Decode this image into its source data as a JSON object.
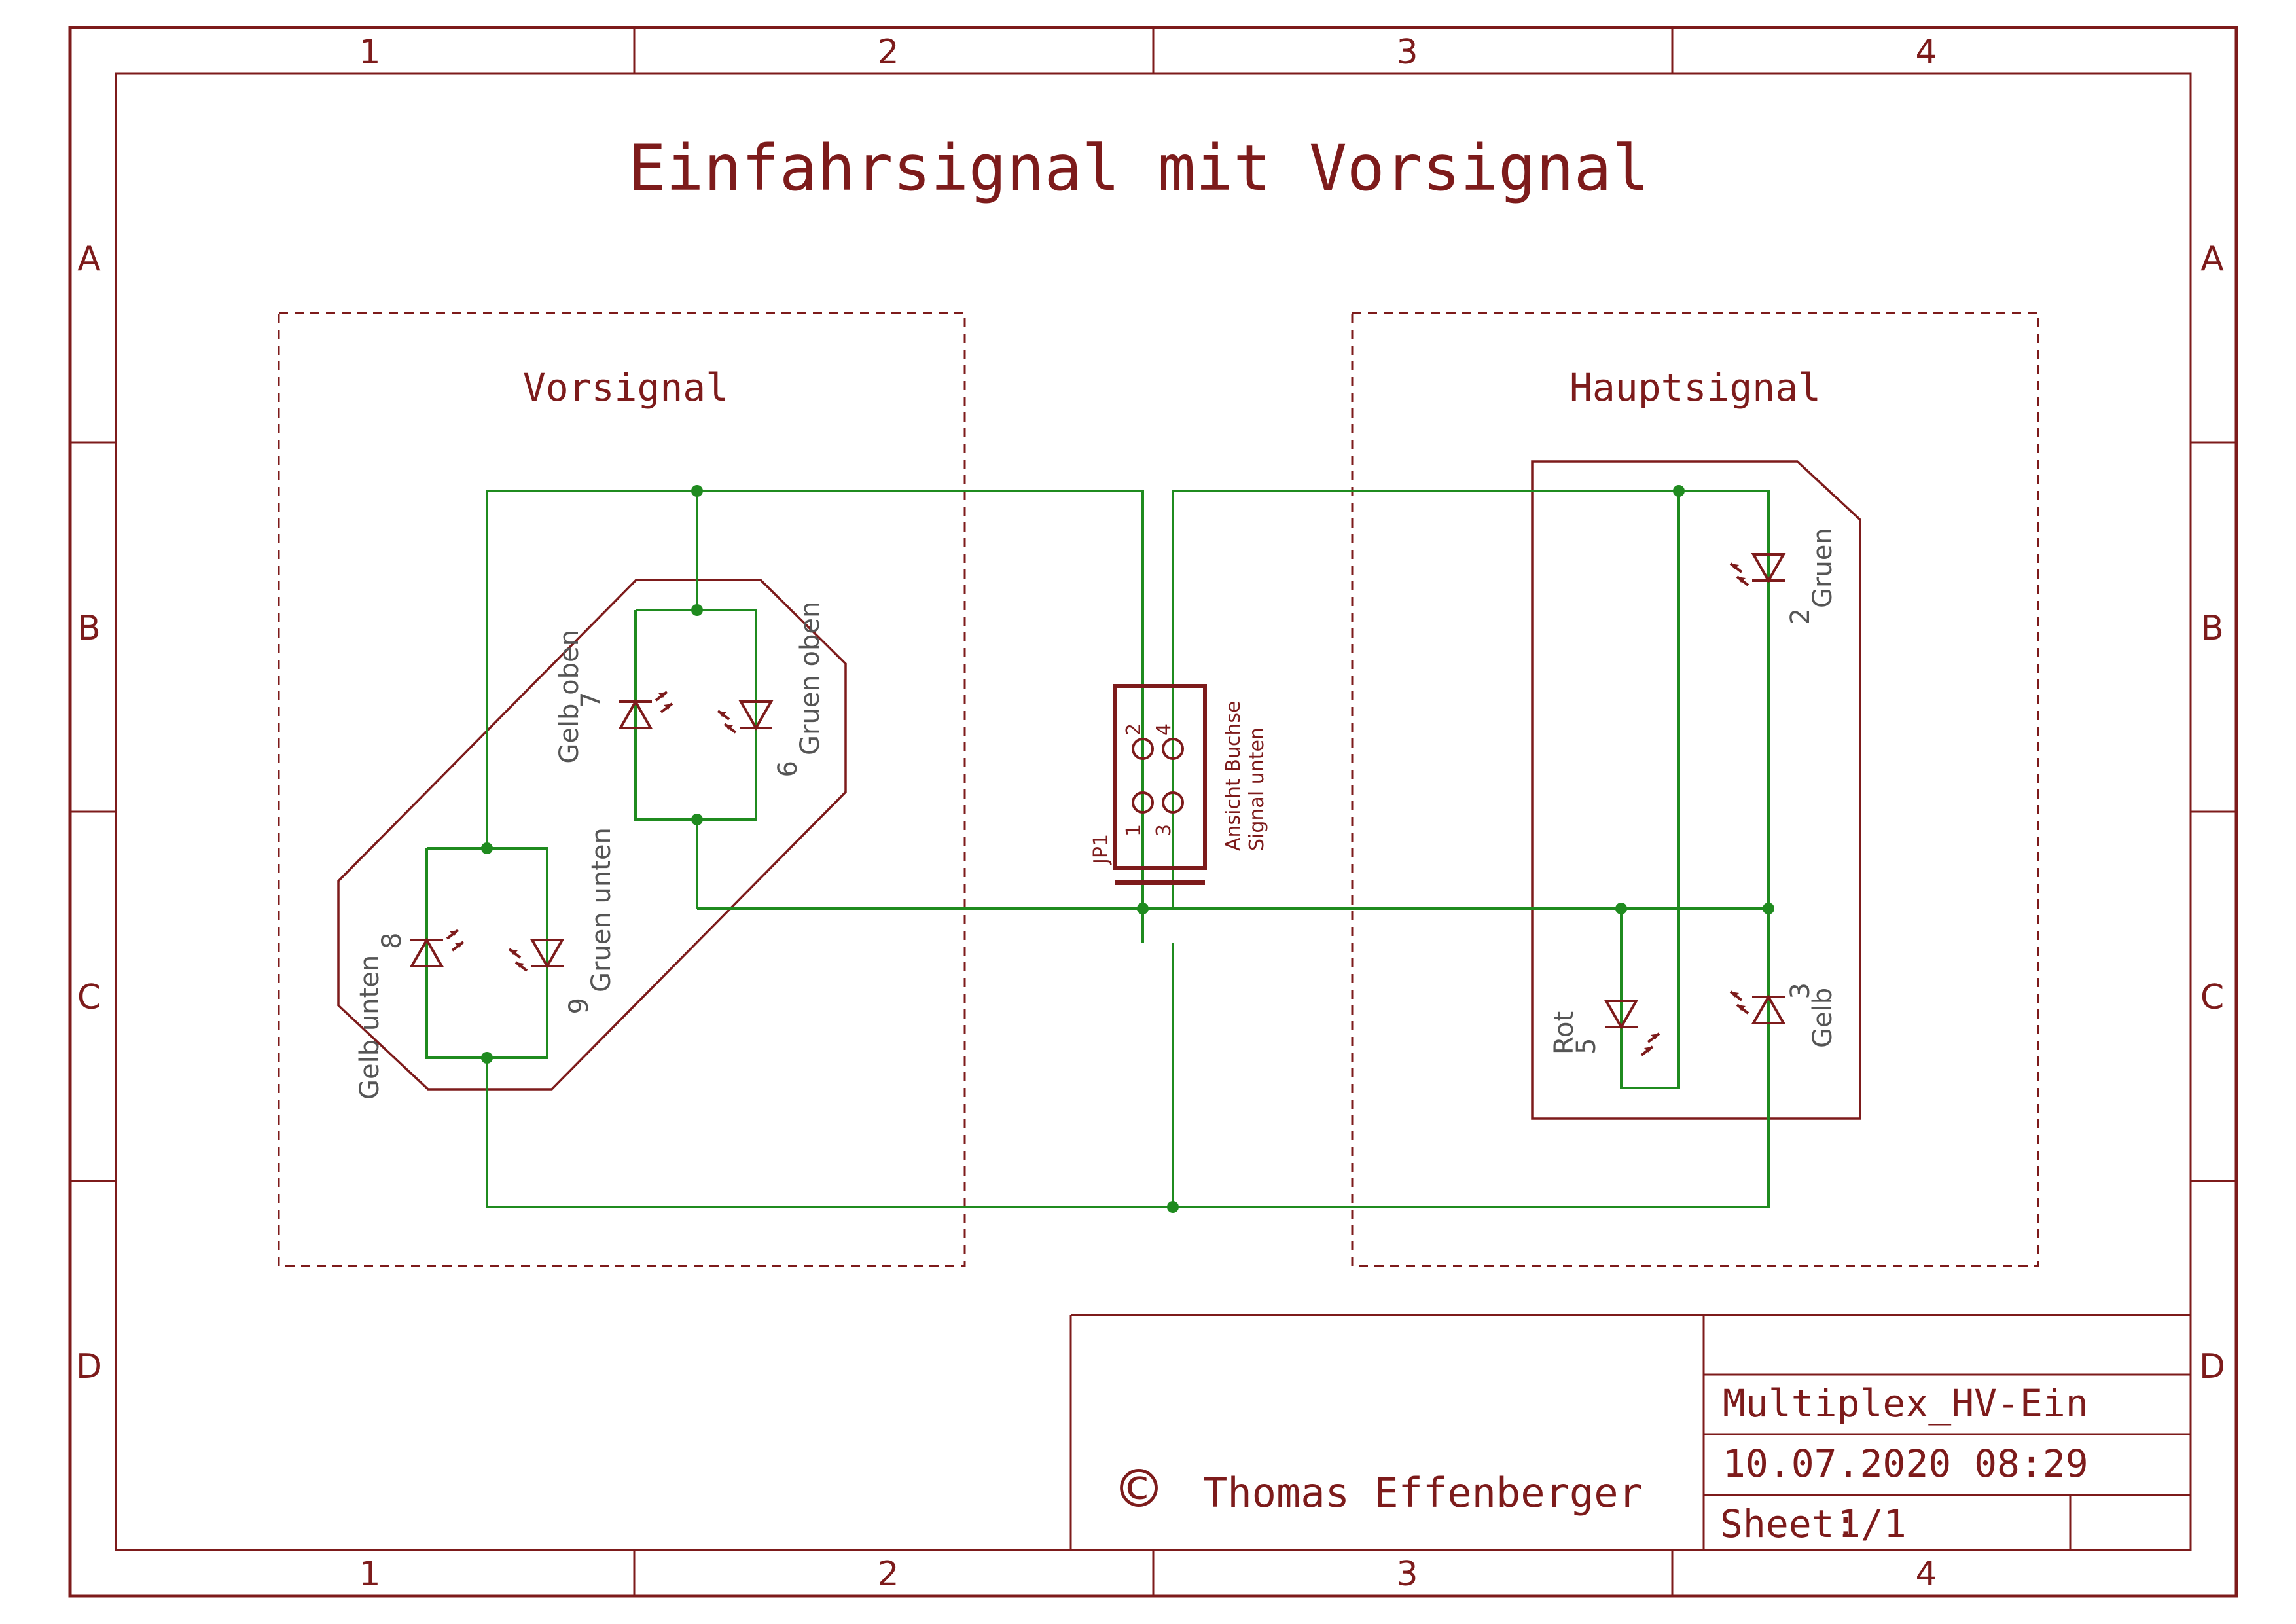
{
  "title": "Einfahrsignal mit Vorsignal",
  "frame": {
    "columns": [
      "1",
      "2",
      "3",
      "4"
    ],
    "rows": [
      "A",
      "B",
      "C",
      "D"
    ]
  },
  "groups": {
    "left": "Vorsignal",
    "right": "Hauptsignal"
  },
  "connector": {
    "name": "JP1",
    "pins": [
      "2",
      "4",
      "1",
      "3"
    ],
    "note_line1": "Ansicht Buchse",
    "note_line2": "Signal unten"
  },
  "leds": {
    "led7": {
      "number": "7",
      "label": "Gelb oben"
    },
    "led6": {
      "number": "6",
      "label": "Gruen oben"
    },
    "led8": {
      "number": "8",
      "label": "Gelb unten"
    },
    "led9": {
      "number": "9",
      "label": "Gruen unten"
    },
    "led2": {
      "number": "2",
      "label": "Gruen"
    },
    "led5": {
      "number": "5",
      "label": "Rot"
    },
    "led3": {
      "number": "3",
      "label": "Gelb"
    }
  },
  "titleblock": {
    "copyright_symbol": "©",
    "author": "Thomas Effenberger",
    "drawing_name": "Multiplex_HV-Ein",
    "datetime": "10.07.2020 08:29",
    "sheet_label": "Sheet:",
    "sheet_value": "1/1"
  },
  "colors": {
    "frame": "#7d1b1b",
    "wire": "#1f8b1f",
    "label": "#555555"
  }
}
